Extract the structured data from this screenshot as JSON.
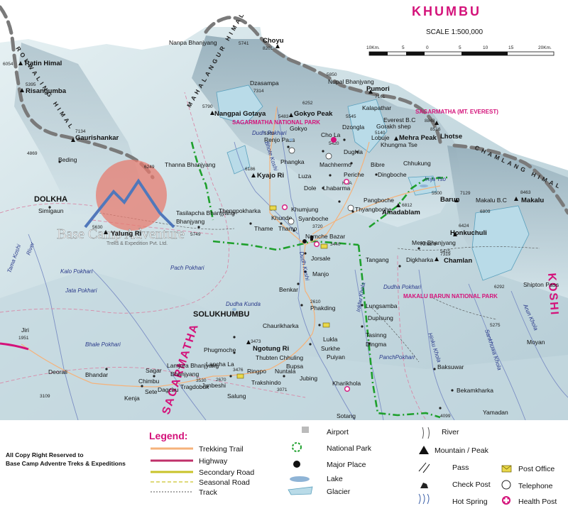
{
  "title": "KHUMBU",
  "scale": {
    "label": "SCALE 1:500,000",
    "ticks": [
      "10Km.",
      "5",
      "0",
      "5",
      "10",
      "15",
      "20Km."
    ]
  },
  "regions": {
    "solukhumbu": "SOLUKHUMBU",
    "dolkha": "DOLKHA",
    "sagarmatha_vertical": "SAGARMATHA",
    "koshi": "KOSHI"
  },
  "ranges": {
    "mahalangur": "MAHALANGUR HIMAL",
    "rolwaling": "ROLWALING HIMAL",
    "chamlang": "CHAMLANG HIMAL"
  },
  "parks": {
    "sagarmatha_np": "SAGARMATHA NATIONAL PARK",
    "sagarmatha_mt": "SAGARMATHA (MT. EVEREST)",
    "makalu_barun": "MAKALU BARUN NATIONAL PARK"
  },
  "peaks": [
    {
      "name": "Choyu",
      "elev": "8201"
    },
    {
      "name": "Pumori",
      "elev": "7161"
    },
    {
      "name": "Everest B.C",
      "elev": "8848"
    },
    {
      "name": "Lhotse",
      "elev": "8516"
    },
    {
      "name": "Makalu",
      "elev": "8463"
    },
    {
      "name": "Nangpai Gotaya",
      "elev": "5790"
    },
    {
      "name": "Gokyo Peak",
      "elev": ""
    },
    {
      "name": "Mehra Peak",
      "elev": ""
    },
    {
      "name": "Kyajo Ri",
      "elev": "6186"
    },
    {
      "name": "Amadablam",
      "elev": "6812"
    },
    {
      "name": "Barun",
      "elev": "7129"
    },
    {
      "name": "Honkuchuli",
      "elev": "6424"
    },
    {
      "name": "Chamlan",
      "elev": "7319"
    },
    {
      "name": "Ratin Himal",
      "elev": "6054"
    },
    {
      "name": "Risangumba",
      "elev": "5395"
    },
    {
      "name": "Gaurishankar",
      "elev": "7134"
    },
    {
      "name": "Yalung Ri",
      "elev": "5630"
    },
    {
      "name": "Ngotung Ri",
      "elev": "3473"
    }
  ],
  "places": {
    "nanpa": "Nanpa Bhanjyang",
    "nanpa_elev": "5741",
    "dzasampa": "Dzasampa",
    "dzasampa_elev": "7314",
    "nupal": "Nupal Bhanjyang",
    "nupal_elev": "5850",
    "kalapathar": "Kalapathar",
    "kalapathar_elev": "5545",
    "gorakh": "Gorakh shep",
    "gorakh_elev": "5140",
    "dzongla": "Dzongla",
    "chola": "Cho La",
    "chola_elev": "5420",
    "gokyo": "Gokyo",
    "gokyo_elev": "6252",
    "gokyo_peak_elev": "5483",
    "renjo": "Renjo Pass",
    "renjo_elev": "5360",
    "khungma": "Khungma Tse",
    "lobuje": "Lobuje",
    "dughla": "Dughla",
    "machhermo": "Machhermo",
    "phangka": "Phangka",
    "bibre": "Bibre",
    "chhukung": "Chhukung",
    "periche": "Periche",
    "dingboche": "Dingboche",
    "luza": "Luza",
    "lhabarma": "Lhabarma",
    "dole": "Dole",
    "hra": "HRA",
    "imja": "Imja Tso",
    "pangboche": "Pangboche",
    "thyangboche": "Thyangboche",
    "khumjung": "Khumjung",
    "khunde": "Khunde",
    "syanboche": "Syanboche",
    "syanboche_elev": "3720",
    "thame": "Thame",
    "thamo": "Thamo",
    "namche": "Namche Bazar",
    "namche_elev": "3440",
    "jorsale": "Jorsale",
    "manjo": "Manjo",
    "benkar": "Benkar",
    "phakding": "Phakding",
    "phakding_elev": "2610",
    "thanna": "Thanna Bhanjyang",
    "thanna_elev": "6249",
    "tasilapcha": "Tasilapcha Bhanjyang",
    "thengpo": "Thengpokharka",
    "elev_5749": "5749",
    "beding": "Beding",
    "elev_4869": "4869",
    "simigaun": "Simigaun",
    "kalo": "Kalo Pokhari",
    "jata": "Jata Pokhari",
    "pach": "Pach Pokhari",
    "bhale": "Bhale Pokhari",
    "dudhakunda": "Dudha Kunda",
    "dudhapokhari": "Dudha Pokhari",
    "panch": "PanchPokhari",
    "dudh_pokhari_top": "Dudh Pokhari",
    "chaurikharka": "Chaurikharka",
    "lukla": "Lukla",
    "surkhe": "Surkhe",
    "puiyan": "Puiyan",
    "thubten": "Thubten Chhuling",
    "bupsa": "Bupsa",
    "phugmoche": "Phugmoche",
    "lapcha": "Lapcha La",
    "ringpo": "Ringpo",
    "nuntala": "Nuntala",
    "jubing": "Jubing",
    "trakshindo": "Trakshindo",
    "trakshindo_elev": "3071",
    "salung": "Salung",
    "junbeshi": "Junbeshi",
    "junbeshi_elev": "2670",
    "lamjura": "Lamjura Bhanjyang",
    "lamjura_elev": "3530",
    "sagar": "Sagar",
    "chimbu": "Chimbu",
    "tragdobuk": "Tragdobuk",
    "sete": "Sete",
    "dagchu": "Dagchu",
    "kenja": "Kenja",
    "bhandar": "Bhandar",
    "deorali": "Deorali",
    "elev_3109": "3109",
    "elev_3476": "3476",
    "jiri": "Jiri",
    "jiri_elev": "1951",
    "tangang": "Tangang",
    "digkharka": "Digkharka",
    "lungsamba": "Lungsamba",
    "dupisung": "Dupisung",
    "tasinng": "Tasinng",
    "dingma": "Dingma",
    "khare": "Khare",
    "mera": "Mera Bhanjyang",
    "mera_elev": "5415",
    "elev_5500": "5500",
    "makalu_bc": "Makalu B.C",
    "elev_6809": "6809",
    "shipton": "Shipton Pass",
    "elev_6292": "6292",
    "elev_5275": "5275",
    "moyan": "Moyan",
    "baksuwar": "Baksuwar",
    "bekamkharka": "Bekamkharka",
    "yamadan": "Yamadan",
    "elev_4099": "4099",
    "kharikhola": "Kharikhola",
    "sotang": "Sotang"
  },
  "rivers": {
    "dudh_koshi": "Dudh Koshi",
    "bhote_koshi": "Bhote Koshi",
    "inkhu": "Inkhu Khola",
    "hinku": "Hinku Khola",
    "sankhuwa": "Sankhuwa Khola",
    "arun": "Arun Khola",
    "tama": "Tama Koshi",
    "river": "River"
  },
  "watermark": {
    "name": "Base Camp Adventure",
    "tagline": "Treks & Expedition Pvt. Ltd."
  },
  "legend": {
    "heading": "Legend:",
    "left": [
      "Trekking Trail",
      "Highway",
      "Secondary Road",
      "Seasonal Road",
      "Track"
    ],
    "mid": [
      "Airport",
      "National Park",
      "Major Place",
      "Lake",
      "Glacier"
    ],
    "right": [
      "River",
      "Mountain / Peak",
      "Pass",
      "Check Post",
      "Hot Spring"
    ],
    "far": [
      "Post Office",
      "Telephone",
      "Health Post"
    ]
  },
  "copyright": [
    "All Copy Right Reserved to",
    "Base Camp Adventre Treks & Expeditions"
  ],
  "colors": {
    "trail": "#f5b27a",
    "highway": "#c0306a",
    "secondary": "#c9c32a",
    "park_border": "#1ea02c",
    "accent": "#d4127a",
    "boundary": "#7a7a7a"
  }
}
